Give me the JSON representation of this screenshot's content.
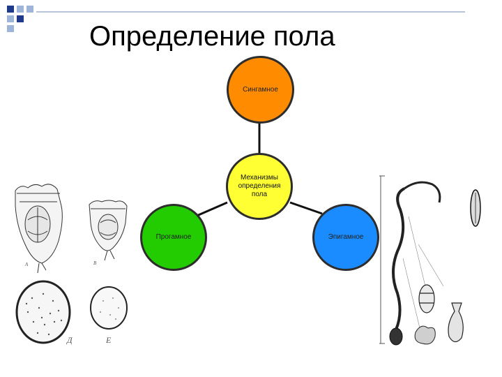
{
  "title": "Определение пола",
  "colors": {
    "top": "#ff8c00",
    "center": "#ffff33",
    "left": "#22cc00",
    "right": "#1a8cff",
    "border": "#2d2d2d",
    "bullet_dark": "#1f3a8a",
    "bullet_light": "#9fb4d9"
  },
  "nodes": {
    "center": "Механизмы определения пола",
    "top": "Сингамное",
    "left": "Прогамное",
    "right": "Эпигамное"
  },
  "illustration_labels": {
    "a": "А",
    "b": "В",
    "d": "Д",
    "e": "Е"
  }
}
